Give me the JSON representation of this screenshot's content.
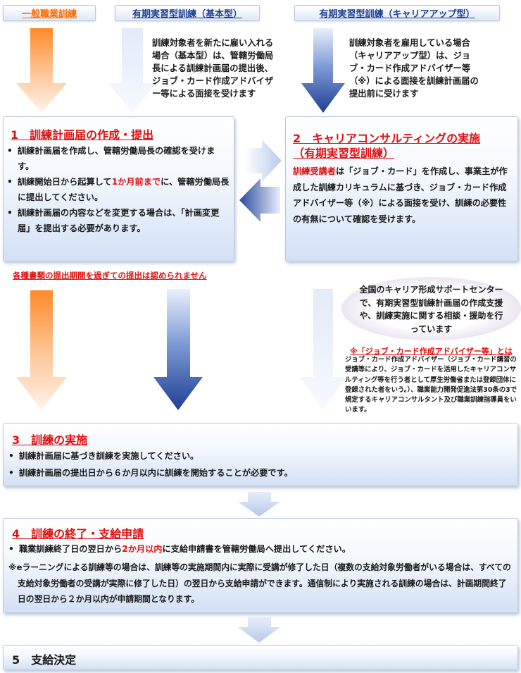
{
  "header": {
    "tab_general": "一般職業訓練",
    "tab_basic": "有期実習型訓練（基本型）",
    "tab_career": "有期実習型訓練（キャリアアップ型）"
  },
  "notes": {
    "basic": "訓練対象者を新たに雇い入れる場合（基本型）は、管轄労働局長による訓練計画届の提出後、ジョブ・カード作成アドバイザー等による面接を受けます",
    "career": "訓練対象者を雇用している場合（キャリアアップ型）は、ジョブ・カード作成アドバイザー等（※）による面接を訓練計画届の提出前に受けます"
  },
  "step1": {
    "title": "1　訓練計画届の作成・提出",
    "bullet1": "訓練計画届を作成し、管轄労働局長の確認を受けます。",
    "bullet2_pre": "訓練開始日から起算して",
    "bullet2_hl": "1か月前まで",
    "bullet2_post": "に、管轄労働局長に提出してください。",
    "bullet3": "訓練計画届の内容などを変更する場合は、「計画変更届」を提出する必要があります。"
  },
  "step2": {
    "title_line1": "2　キャリアコンサルティングの実施",
    "title_line2": "（有期実習型訓練）",
    "body_hl": "訓練受講者",
    "body": "は「ジョブ・カード」を作成し、事業主が作成した訓練カリキュラムに基づき、ジョブ・カード作成アドバイザー等（※）による面接を受け、訓練の必要性の有無について確認を受けます。"
  },
  "warning": "各種書類の提出期間を過ぎての提出は認められません",
  "support_center": "全国のキャリア形成サポートセンターで、有期実習型訓練計画届の作成支援や、訓練実施に関する相談・援助を行っています",
  "definition": {
    "title": "※「ジョブ・カード作成アドバイザー等」とは",
    "body": "ジョブ・カード作成アドバイザー（ジョブ・カード講習の受講等により、ジョブ・カードを活用したキャリアコンサルティング等を行う者として厚生労働省または登録団体に登録された者をいう。）、職業能力開発促進法第30条の3で規定するキャリアコンサルタント及び職業訓練指導員をいいます。"
  },
  "step3": {
    "title": "3　訓練の実施",
    "bullet1": "訓練計画届に基づき訓練を実施してください。",
    "bullet2": "訓練計画届の提出日から６か月以内に訓練を開始することが必要です。"
  },
  "step4": {
    "title": "4　訓練の終了・支給申請",
    "bullet1_pre": "職業訓練終了日の翌日から",
    "bullet1_hl": "2か月以内",
    "bullet1_post": "に支給申請書を管轄労働局へ提出してください。",
    "note": "※eラーニングによる訓練等の場合は、訓練等の実施期間内に実際に受講が修了した日（複数の支給対象労働者がいる場合は、すべての支給対象労働者の受講が実際に修了した日）の翌日から支給申請ができます。通信制により実施される訓練の場合は、計画期間終了日の翌日から２か月以内が申請期間となります。"
  },
  "step5": {
    "title": "5　支給決定"
  }
}
